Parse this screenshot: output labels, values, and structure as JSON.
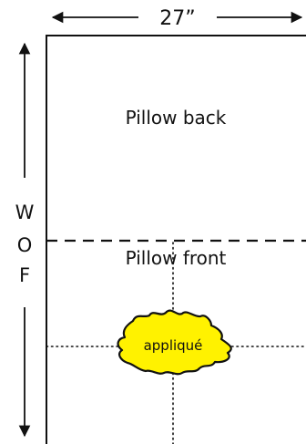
{
  "dimensions": {
    "width_label": "27”",
    "height_letters": [
      "W",
      "O",
      "F"
    ]
  },
  "sections": {
    "back": "Pillow back",
    "front": "Pillow front"
  },
  "applique": {
    "label": "appliqué",
    "fill_color": "#fff200"
  },
  "colors": {
    "line": "#111111",
    "background": "#ffffff"
  }
}
